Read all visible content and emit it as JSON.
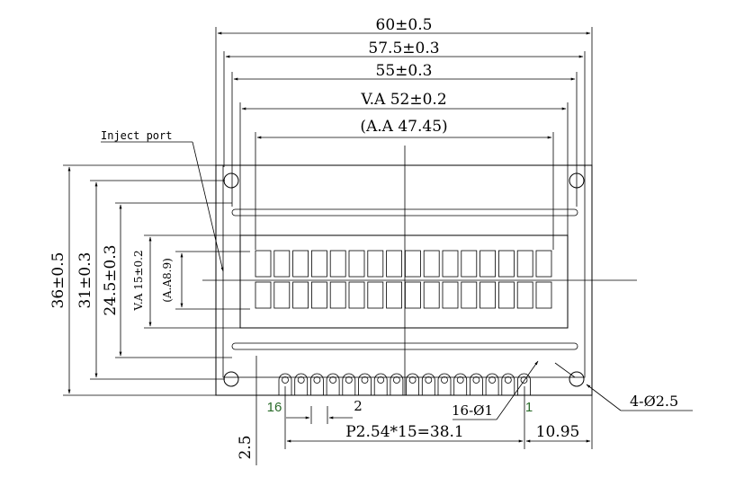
{
  "dimensions": {
    "overall_width": "60±0.5",
    "outer_width": "57.5±0.3",
    "pcb_width": "55±0.3",
    "view_area_width": "V.A 52±0.2",
    "active_area_width": "(A.A 47.45)",
    "overall_height": "36±0.5",
    "outer_height": "31±0.3",
    "pcb_height": "24.5±0.3",
    "view_area_height": "V.A 15±0.2",
    "active_area_height": "(A.A8.9)",
    "pin_pitch": "P2.54*15=38.1",
    "pin_offset": "10.95",
    "pin_hole_spec": "16-Ø1",
    "mount_hole_spec": "4-Ø2.5",
    "pin_standoff": "2.5",
    "pin_pitch_single": "2"
  },
  "labels": {
    "inject_port": "Inject port",
    "pin_first": "1",
    "pin_last": "16"
  },
  "colors": {
    "line": "#000000",
    "pin_label": "#2a6b2a",
    "background": "#ffffff"
  }
}
